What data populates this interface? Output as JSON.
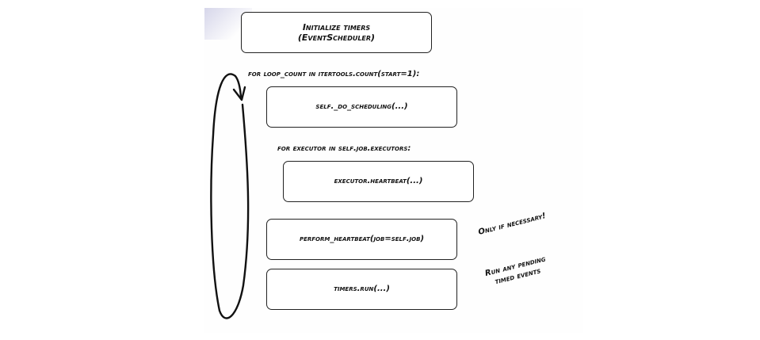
{
  "diagram": {
    "init_box": {
      "line1": "Initialize timers",
      "line2": "(EventScheduler)"
    },
    "loop_label": "for loop_count in itertools.count(start=1):",
    "scheduling_box": "self._do_scheduling(...)",
    "executor_loop_label": "for executor in self.job.executors:",
    "heartbeat_box": "executor.heartbeat(...)",
    "perform_box": "perform_heartbeat(job=self.job)",
    "timers_box": "timers.run(...)",
    "note_perform": "Only if necessary!",
    "note_timers": {
      "line1": "Run any pending",
      "line2": "timed events"
    }
  }
}
